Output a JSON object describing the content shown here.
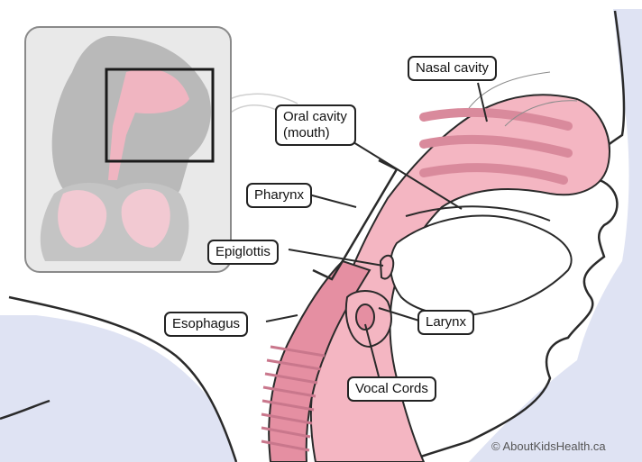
{
  "labels": {
    "nasal_cavity": "Nasal cavity",
    "oral_cavity": "Oral cavity (mouth)",
    "pharynx": "Pharynx",
    "epiglottis": "Epiglottis",
    "esophagus": "Esophagus",
    "larynx": "Larynx",
    "vocal_cords": "Vocal Cords"
  },
  "credit": "© AboutKidsHealth.ca",
  "colors": {
    "tissue": "#f4b6c2",
    "tissue_dark": "#e58fa2",
    "outline": "#2a2a2a",
    "background_bluish": "#dfe3f3",
    "inset_bg": "#e9e9e9",
    "inset_silhouette": "#b9b9b9"
  }
}
